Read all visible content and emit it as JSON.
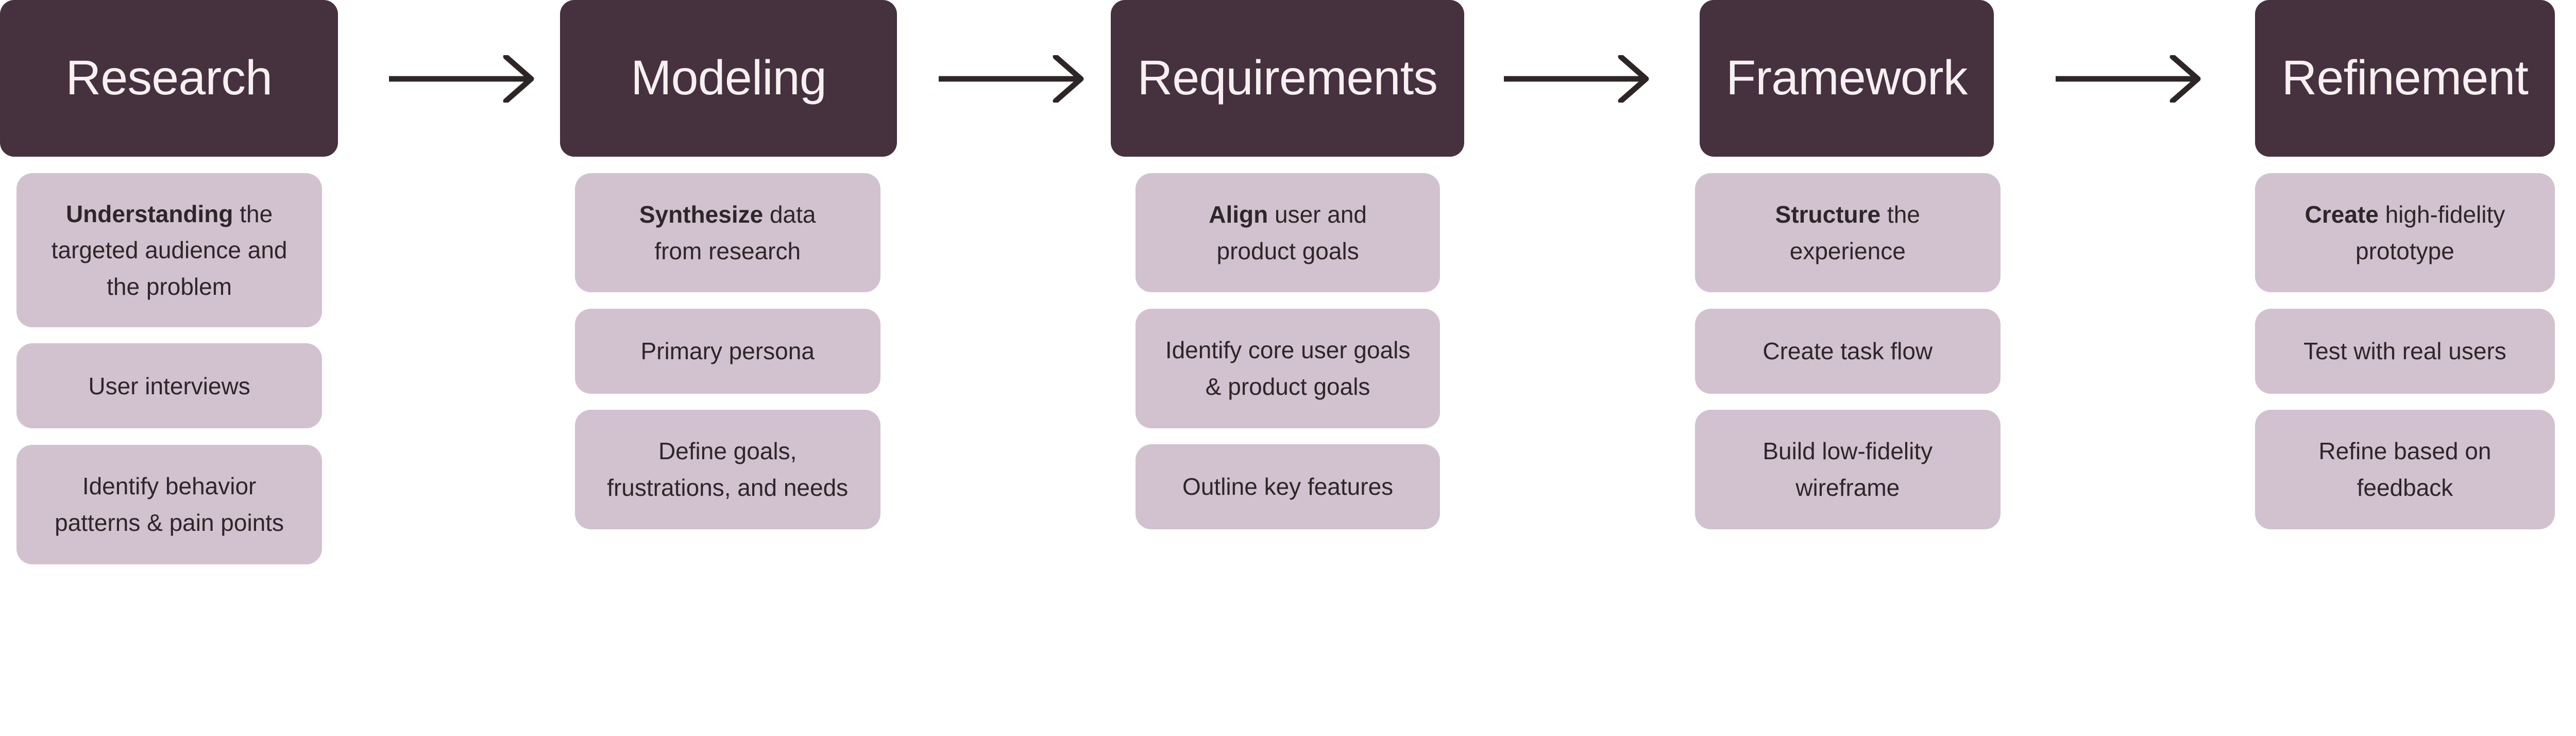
{
  "colors": {
    "header_bg": "#46313f",
    "header_text": "#f6f1f0",
    "card_bg": "#d2c2cf",
    "text": "#2e2629",
    "arrow": "#2e2626"
  },
  "stages": [
    {
      "title": "Research",
      "cards": [
        {
          "bold": "Understanding",
          "text": " the targeted audience and the problem"
        },
        {
          "bold": "",
          "text": "User interviews"
        },
        {
          "bold": "",
          "text": "Identify behavior patterns & pain points"
        }
      ]
    },
    {
      "title": "Modeling",
      "cards": [
        {
          "bold": "Synthesize",
          "text": " data from research"
        },
        {
          "bold": "",
          "text": "Primary persona"
        },
        {
          "bold": "",
          "text": "Define goals, frustrations, and needs"
        }
      ]
    },
    {
      "title": "Requirements",
      "cards": [
        {
          "bold": "Align",
          "text": " user and product goals"
        },
        {
          "bold": "",
          "text": "Identify core user goals & product goals"
        },
        {
          "bold": "",
          "text": "Outline key features"
        }
      ]
    },
    {
      "title": "Framework",
      "cards": [
        {
          "bold": "Structure",
          "text": " the experience"
        },
        {
          "bold": "",
          "text": "Create task flow"
        },
        {
          "bold": "",
          "text": "Build low-fidelity wireframe"
        }
      ]
    },
    {
      "title": "Refinement",
      "cards": [
        {
          "bold": "Create",
          "text": " high-fidelity prototype"
        },
        {
          "bold": "",
          "text": "Test with real users"
        },
        {
          "bold": "",
          "text": "Refine based on feedback"
        }
      ]
    }
  ],
  "arrow_icon": "arrow-right-icon"
}
